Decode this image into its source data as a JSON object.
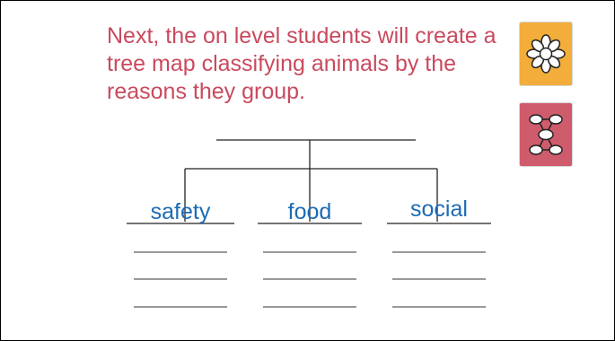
{
  "slide": {
    "instruction": "Next, the on level students will create a tree map classifying animals by the reasons they group.",
    "tree_map": {
      "categories": [
        "safety",
        "food",
        "social"
      ],
      "blank_lines_per_category": 3
    },
    "icons": [
      {
        "name": "flower-map-icon",
        "color": "#f2ad3a"
      },
      {
        "name": "multi-flow-map-icon",
        "color": "#cf5c6c"
      }
    ],
    "colors": {
      "instruction_text": "#c94a5e",
      "category_text": "#1c6bb5"
    }
  }
}
